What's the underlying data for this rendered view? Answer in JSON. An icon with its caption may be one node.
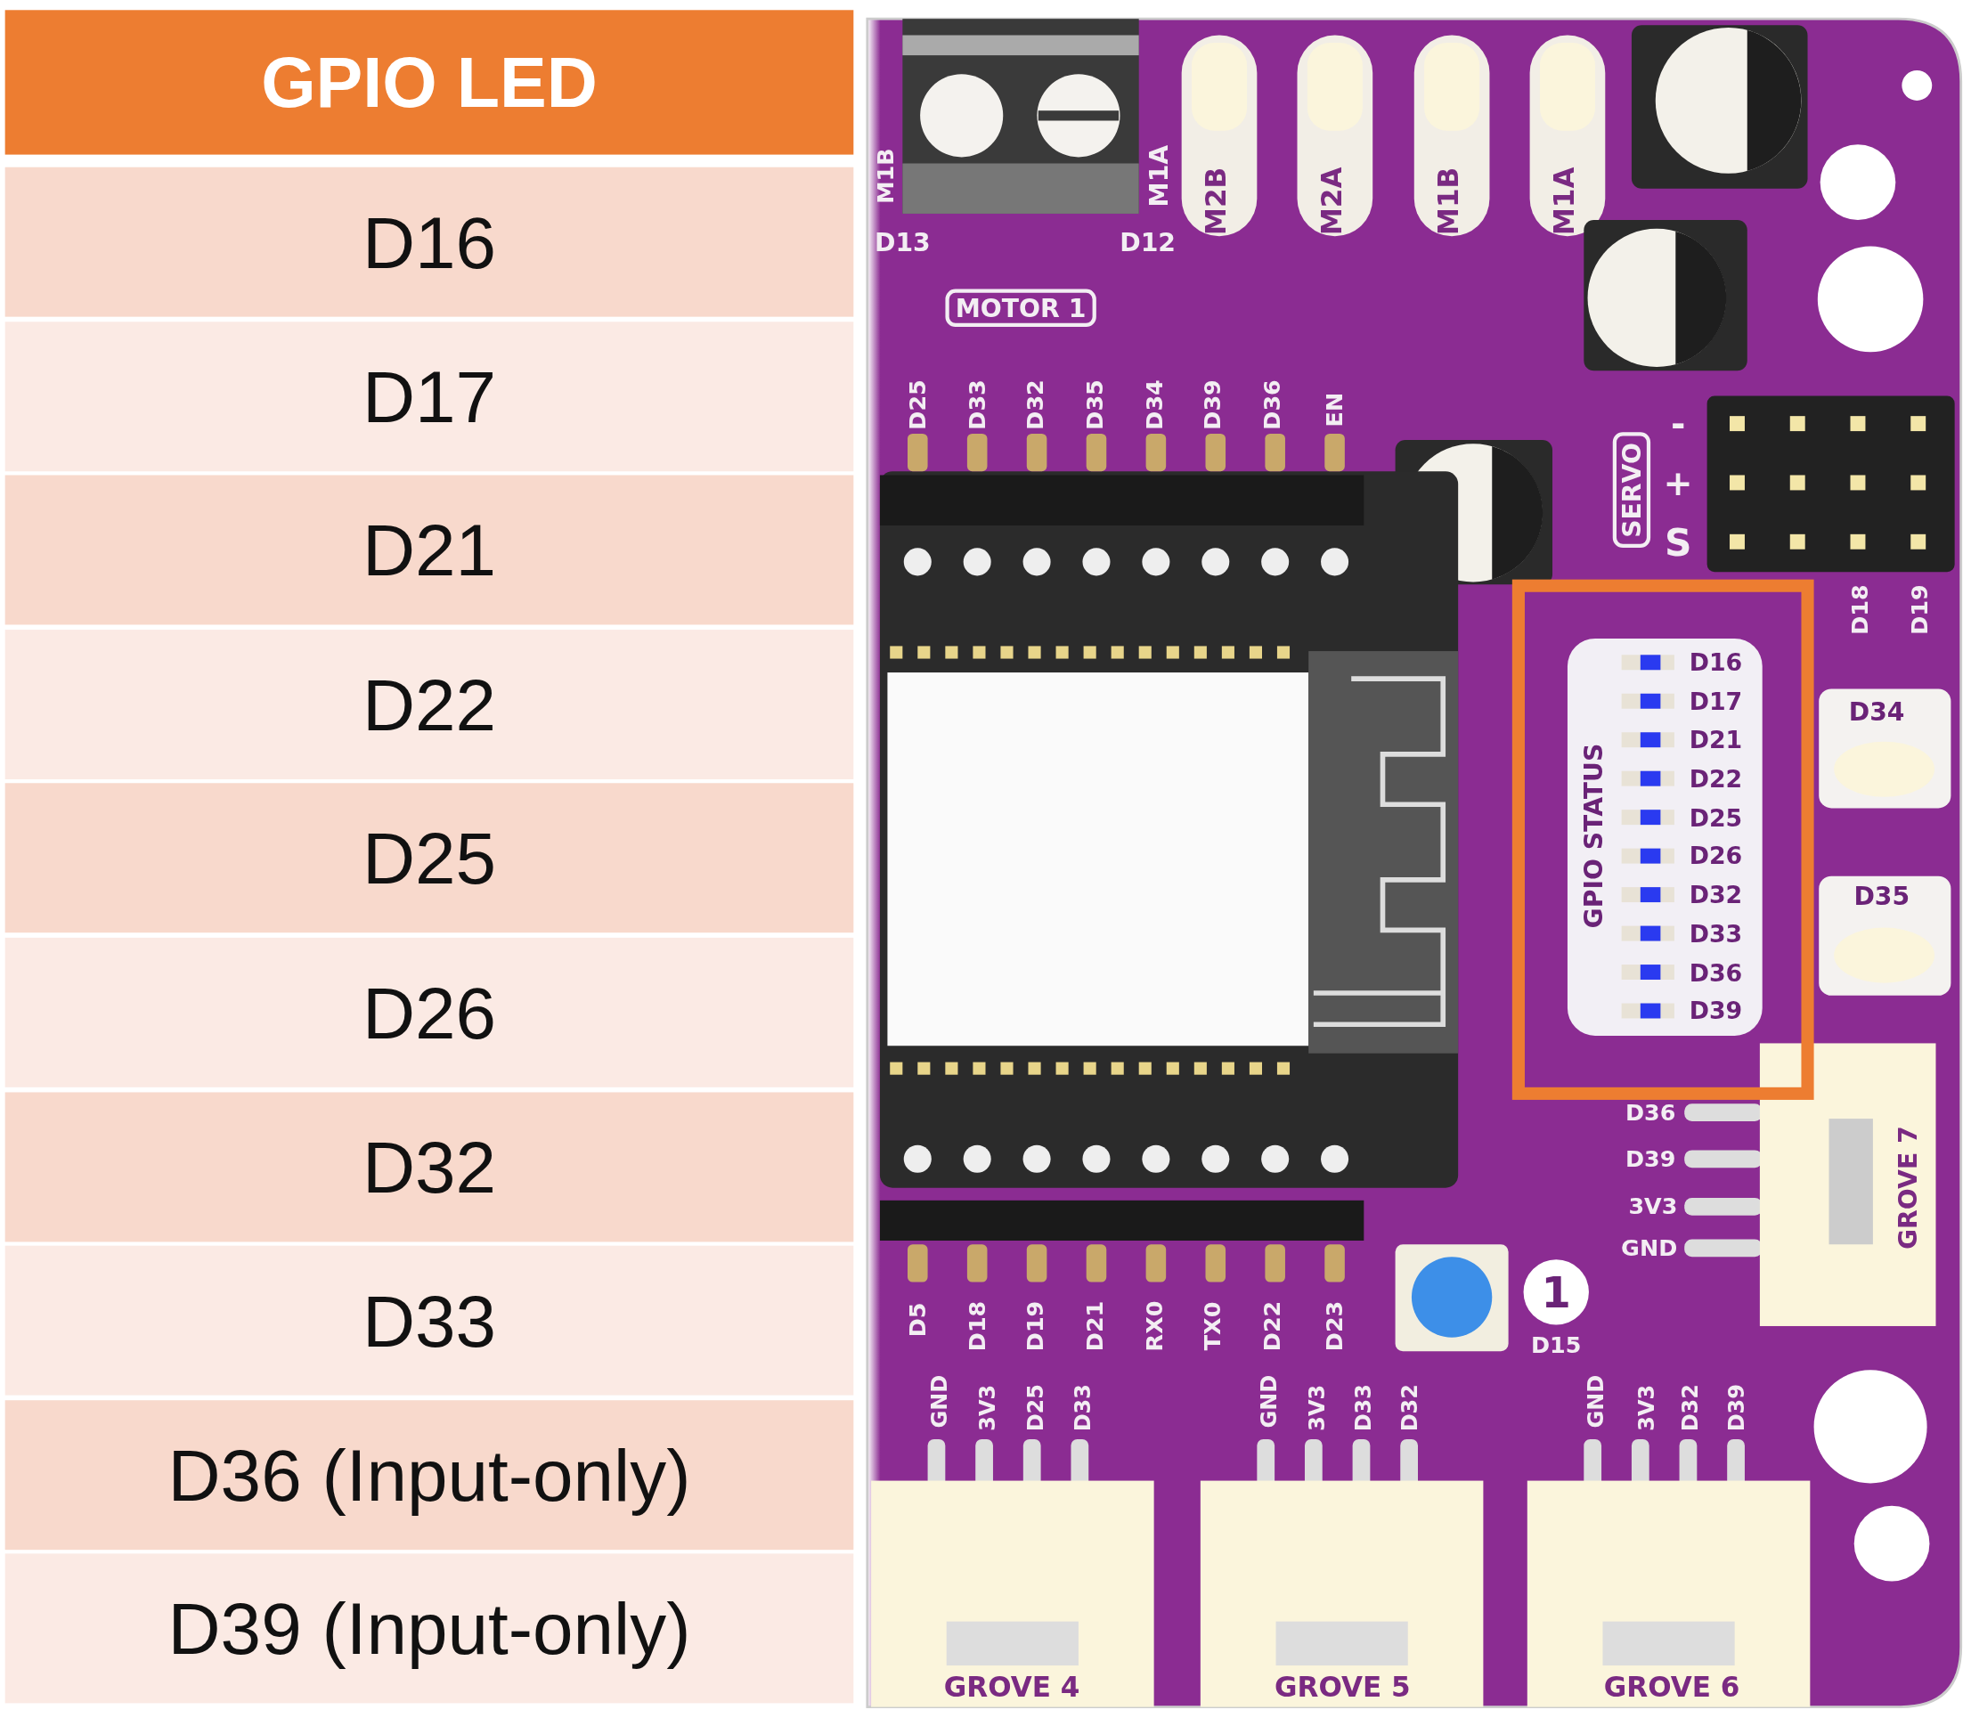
{
  "diagram": {
    "labels": [
      "GPIO LED",
      "D16",
      "D17",
      "D21",
      "D22",
      "D25",
      "D26",
      "D32",
      "D33",
      "D36 (Input-only)",
      "D39 (Input-only)",
      "M1B",
      "M1A",
      "M2B",
      "M2A",
      "M1B",
      "M1A",
      "D13",
      "D12",
      "MOTOR 1",
      "D25",
      "D33",
      "D32",
      "D35",
      "D34",
      "D39",
      "D36",
      "EN",
      "SERVO",
      "-",
      "+",
      "S",
      "D18",
      "D19",
      "GPIO STATUS",
      "D16",
      "D17",
      "D21",
      "D22",
      "D25",
      "D26",
      "D32",
      "D33",
      "D36",
      "D39",
      "D34",
      "D35",
      "D36",
      "D39",
      "3V3",
      "GND",
      "GROVE 7",
      "D5",
      "D18",
      "D19",
      "D21",
      "RX0",
      "TX0",
      "D22",
      "D23",
      "1",
      "D15",
      "GND",
      "3V3",
      "D25",
      "D33",
      "GND",
      "3V3",
      "D33",
      "D32",
      "GND",
      "3V3",
      "D32",
      "D39",
      "GROVE 4",
      "GROVE 5",
      "GROVE 6"
    ]
  }
}
